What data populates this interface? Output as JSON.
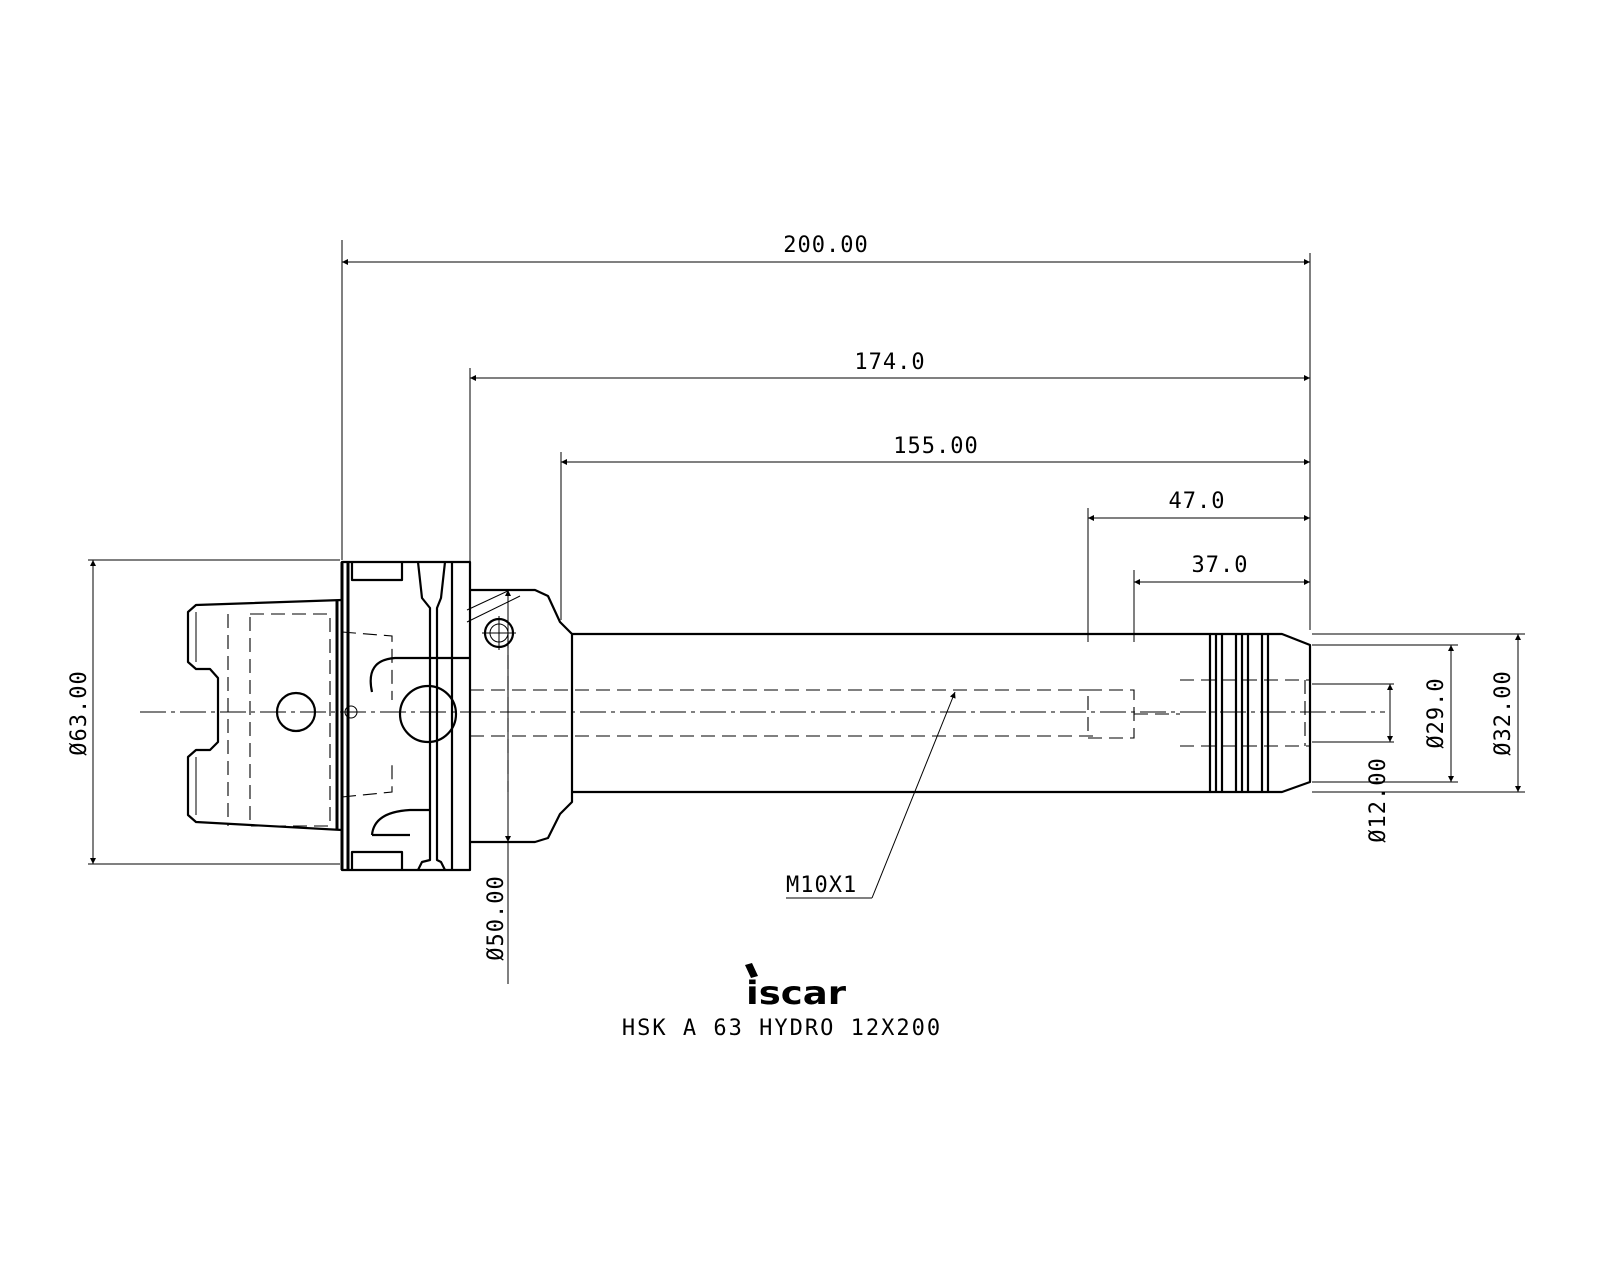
{
  "drawing": {
    "dimensions": {
      "overall_length": "200.00",
      "length_174": "174.0",
      "length_155": "155.00",
      "length_47": "47.0",
      "length_37": "37.0",
      "flange_diameter": "Ø63.00",
      "body_diameter": "Ø50.00",
      "nose_diameter": "Ø32.00",
      "bore_diameter": "Ø29.0",
      "clamping_diameter": "Ø12.00"
    },
    "thread_callout": "M10X1",
    "logo": "iscar",
    "title": "HSK A 63 HYDRO 12X200"
  }
}
